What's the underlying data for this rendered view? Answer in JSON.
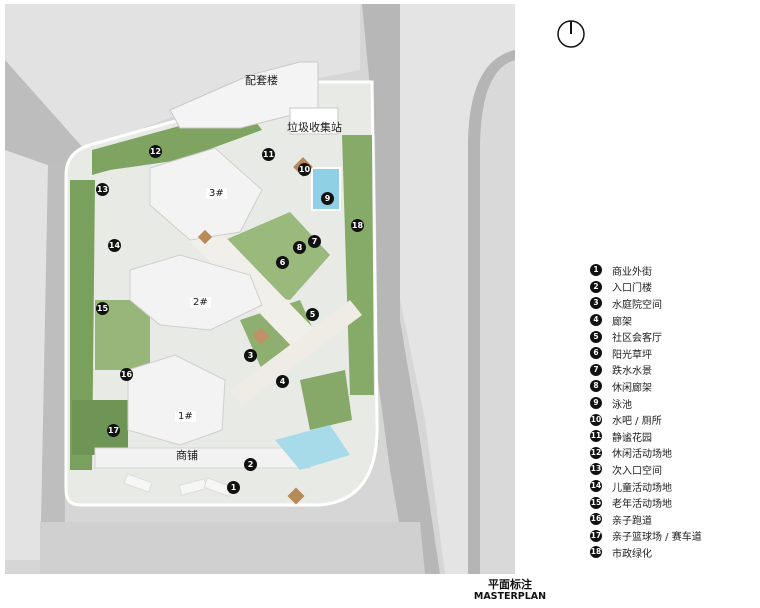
{
  "map": {
    "labels": {
      "amenity_building": "配套楼",
      "trash_station": "垃圾收集站",
      "building_3": "3#",
      "building_2": "2#",
      "building_1": "1#",
      "shops": "商铺"
    },
    "markers": [
      "1",
      "2",
      "3",
      "4",
      "5",
      "6",
      "7",
      "8",
      "9",
      "10",
      "11",
      "12",
      "13",
      "14",
      "15",
      "16",
      "17",
      "18"
    ]
  },
  "legend": {
    "items": [
      {
        "num": "1",
        "label": "商业外街"
      },
      {
        "num": "2",
        "label": "入口门楼"
      },
      {
        "num": "3",
        "label": "水庭院空间"
      },
      {
        "num": "4",
        "label": "廊架"
      },
      {
        "num": "5",
        "label": "社区会客厅"
      },
      {
        "num": "6",
        "label": "阳光草坪"
      },
      {
        "num": "7",
        "label": "跌水水景"
      },
      {
        "num": "8",
        "label": "休闲廊架"
      },
      {
        "num": "9",
        "label": "泳池"
      },
      {
        "num": "10",
        "label": "水吧 / 厕所"
      },
      {
        "num": "11",
        "label": "静谧花园"
      },
      {
        "num": "12",
        "label": "休闲活动场地"
      },
      {
        "num": "13",
        "label": "次入口空间"
      },
      {
        "num": "14",
        "label": "儿童活动场地"
      },
      {
        "num": "15",
        "label": "老年活动场地"
      },
      {
        "num": "16",
        "label": "亲子跑道"
      },
      {
        "num": "17",
        "label": "亲子篮球场 / 赛车道"
      },
      {
        "num": "18",
        "label": "市政绿化"
      }
    ]
  },
  "title": {
    "zh": "平面标注",
    "en": "MASTERPLAN"
  },
  "colors": {
    "road": "#b9b9b9",
    "street_block": "#e3e3e3",
    "site_paving": "#e9ebe7",
    "lawn": "#8fb16f",
    "planting_dark": "#5f8a4a",
    "building": "#f2f2f2",
    "pool": "#8fd0e6",
    "timber": "#b88a5a",
    "marker": "#111111"
  }
}
